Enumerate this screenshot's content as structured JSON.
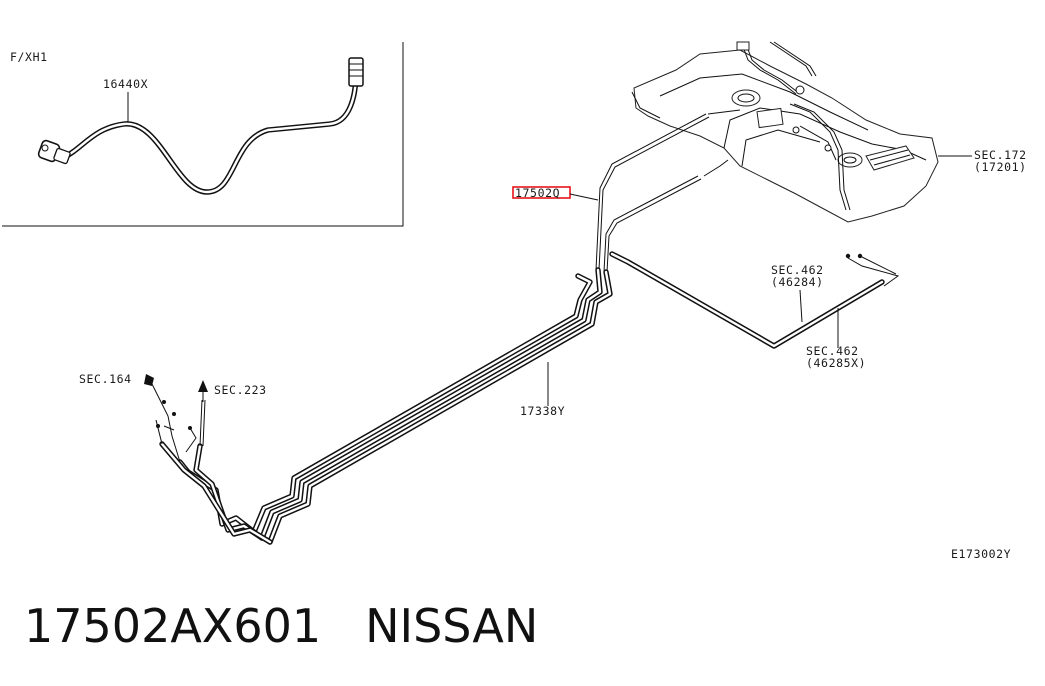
{
  "inset": {
    "code": "F/XH1",
    "hose_part": "16440X"
  },
  "callouts": {
    "highlighted_part": "17502Q",
    "sec_172": "SEC.172",
    "sec_172_sub": "(17201)",
    "sec_462_a": "SEC.462",
    "sec_462_a_sub": "(46284)",
    "sec_462_b": "SEC.462",
    "sec_462_b_sub": "(46285X)",
    "sec_164": "SEC.164",
    "sec_223": "SEC.223",
    "tube_part": "17338Y",
    "figure_id": "E173002Y"
  },
  "caption": {
    "part_number": "17502AX601",
    "brand": "NISSAN"
  },
  "colors": {
    "highlight_box": "#e8141b",
    "line": "#111111"
  }
}
